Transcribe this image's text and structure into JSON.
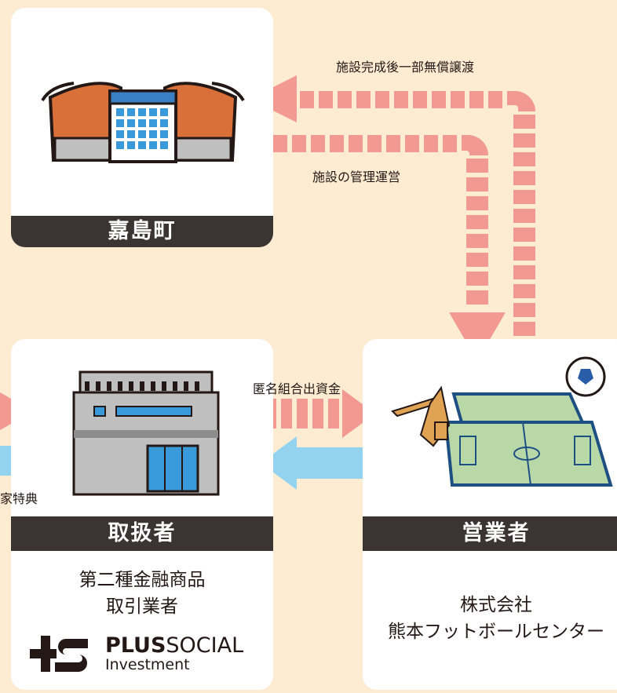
{
  "flows": {
    "transfer_label": "施設完成後一部無償譲渡",
    "management_label": "施設の管理運営",
    "investment_label": "匿名組合出資金",
    "perk_label_fragment": "家特典"
  },
  "town": {
    "name": "嘉島町"
  },
  "dealer": {
    "name": "取扱者",
    "desc_line1": "第二種金融商品",
    "desc_line2": "取引業者",
    "logo": {
      "brand_bold": "PLUS",
      "brand_light": "SOCIAL",
      "sub": "Investment"
    }
  },
  "operator": {
    "name": "営業者",
    "desc_line1": "株式会社",
    "desc_line2": "熊本フットボールセンター"
  },
  "colors": {
    "background": "#fdebd2",
    "arrow_pink": "#f29a91",
    "arrow_blue": "#93d3f0",
    "bar_dark": "#3a3432"
  }
}
